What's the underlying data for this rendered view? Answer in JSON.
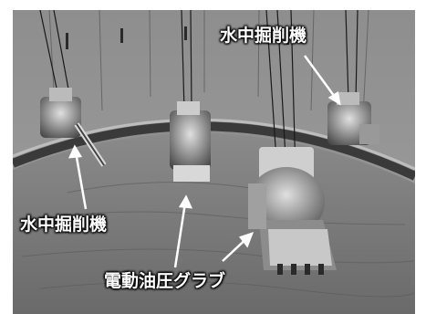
{
  "photo": {
    "labels": {
      "excavator_right": "水中掘削機",
      "excavator_left": "水中掘削機",
      "grab": "電動油圧グラブ"
    }
  }
}
